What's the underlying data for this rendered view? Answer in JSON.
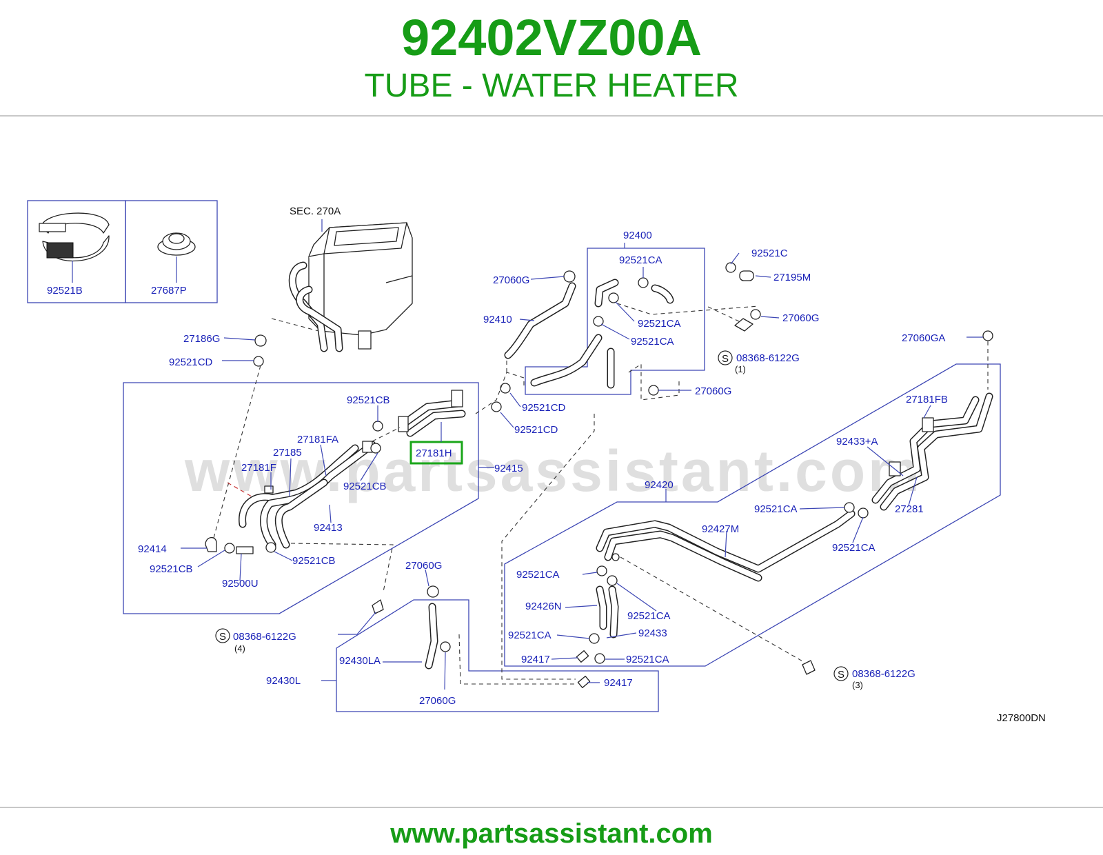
{
  "header": {
    "part_number": "92402VZ00A",
    "description": "TUBE - WATER HEATER"
  },
  "diagram": {
    "section_ref": "SEC.  270A",
    "watermark": "www.partsassistant.com",
    "drawing_code": "J27800DN",
    "highlighted_part": "27181H",
    "highlight_color": "#1aa61a",
    "label_color": "#1a22b8",
    "symbol_s": "S",
    "inset_labels": [
      "92521B",
      "27687P"
    ],
    "labels": {
      "p92400": "92400",
      "p92521C": "92521C",
      "p27195M": "27195M",
      "p92521CA_top": "92521CA",
      "p27060G_top": "27060G",
      "p92410": "92410",
      "p92521CA_b": "92521CA",
      "p92521CA_c": "92521CA",
      "p27060G_right": "27060G",
      "p08368_1": "08368-6122G",
      "p27060GA": "27060GA",
      "p27186G": "27186G",
      "p92521CD_left": "92521CD",
      "p27060G_mid": "27060G",
      "p92521CD_a": "92521CD",
      "p92521CD_b": "92521CD",
      "p92521CB_top": "92521CB",
      "p27181FB": "27181FB",
      "p27181FA": "27181FA",
      "p92433A": "92433+A",
      "p27185": "27185",
      "p92415": "92415",
      "p27181F": "27181F",
      "p92521CB_mid": "92521CB",
      "p92420": "92420",
      "p92413": "92413",
      "p92521CA_r1": "92521CA",
      "p27281": "27281",
      "p92427M": "92427M",
      "p92414": "92414",
      "p92521CA_r2": "92521CA",
      "p92521CB_bl": "92521CB",
      "p92521CB_br": "92521CB",
      "p92500U": "92500U",
      "p27060G_low": "27060G",
      "p92521CA_l1": "92521CA",
      "p92426N": "92426N",
      "p92521CA_l2": "92521CA",
      "p08368_4": "08368-6122G",
      "p92433": "92433",
      "p92521CA_l3": "92521CA",
      "p92430LA": "92430LA",
      "p92417_a": "92417",
      "p92521CA_l4": "92521CA",
      "p92430L": "92430L",
      "p92417_b": "92417",
      "p08368_3": "08368-6122G",
      "p27060G_bottom": "27060G"
    },
    "qty_labels": {
      "q1": "(1)",
      "q4": "(4)",
      "q3": "(3)"
    }
  },
  "footer": {
    "url": "www.partsassistant.com"
  }
}
